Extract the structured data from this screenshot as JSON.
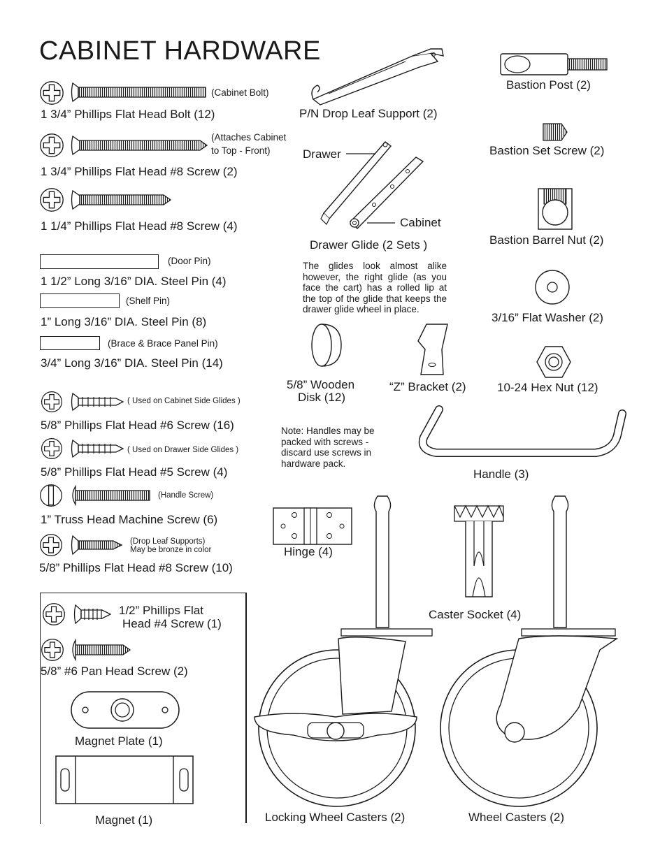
{
  "page": {
    "title": "CABINET HARDWARE"
  },
  "left": {
    "bolt": {
      "label": "1 3/4” Phillips Flat Head Bolt (12)",
      "note": "(Cabinet Bolt)"
    },
    "screw8_long": {
      "label": "1 3/4” Phillips Flat Head #8 Screw (2)",
      "note_line1": "(Attaches Cabinet",
      "note_line2": "to Top - Front)"
    },
    "screw8_114": {
      "label": "1 1/4” Phillips Flat Head #8 Screw (4)"
    },
    "door_pin": {
      "label": "1 1/2” Long 3/16” DIA. Steel Pin (4)",
      "note": "(Door Pin)"
    },
    "shelf_pin": {
      "label": "1” Long 3/16” DIA. Steel Pin (8)",
      "note": "(Shelf Pin)"
    },
    "brace_pin": {
      "label": "3/4” Long 3/16” DIA. Steel Pin (14)",
      "note": "(Brace & Brace Panel Pin)"
    },
    "screw6": {
      "label": "5/8” Phillips Flat Head #6 Screw (16)",
      "note": "( Used on Cabinet Side Glides )"
    },
    "screw5": {
      "label": "5/8” Phillips Flat Head #5 Screw (4)",
      "note": "( Used on Drawer Side Glides )"
    },
    "truss": {
      "label": "1” Truss Head Machine Screw (6)",
      "note": "(Handle Screw)"
    },
    "screw8_58": {
      "label": "5/8” Phillips Flat Head #8 Screw (10)",
      "note_line1": "(Drop Leaf Supports)",
      "note_line2": "May be bronze in color"
    },
    "screw4_line1": "1/2” Phillips Flat",
    "screw4_line2": "Head #4 Screw (1)",
    "pan": {
      "label": "5/8” #6 Pan Head Screw (2)"
    },
    "magnet_plate": {
      "label": "Magnet Plate (1)"
    },
    "magnet": {
      "label": "Magnet (1)"
    }
  },
  "middle": {
    "drop_leaf": {
      "label": "P/N Drop Leaf Support (2)"
    },
    "glide": {
      "label": "Drawer Glide (2 Sets )",
      "drawer_label": "Drawer",
      "cabinet_label": "Cabinet",
      "note": "The glides look almost alike however, the right glide (as you face the cart) has a rolled lip at the top of the glide that keeps the drawer glide wheel in place."
    },
    "disk": {
      "label_line1": "5/8” Wooden",
      "label_line2": "Disk (12)"
    },
    "z_bracket": {
      "label": "“Z” Bracket (2)"
    },
    "handle_note": "Note: Handles may be packed with screws - discard use screws in hardware pack.",
    "hinge": {
      "label": "Hinge (4)"
    },
    "locking_casters": {
      "label": "Locking Wheel Casters (2)"
    }
  },
  "right": {
    "bastion_post": {
      "label": "Bastion Post (2)"
    },
    "set_screw": {
      "label": "Bastion Set Screw (2)"
    },
    "barrel_nut": {
      "label": "Bastion Barrel Nut (2)"
    },
    "washer": {
      "label": "3/16” Flat Washer (2)"
    },
    "hex_nut": {
      "label": "10-24 Hex Nut (12)"
    },
    "handle": {
      "label": "Handle (3)"
    },
    "caster_socket": {
      "label": "Caster Socket (4)"
    },
    "wheel_casters": {
      "label": "Wheel Casters (2)"
    }
  },
  "icons": [
    "phillips-head-icon",
    "screw-icon",
    "bolt-icon",
    "pin-icon",
    "caster-icon",
    "hinge-icon",
    "handle-icon"
  ]
}
